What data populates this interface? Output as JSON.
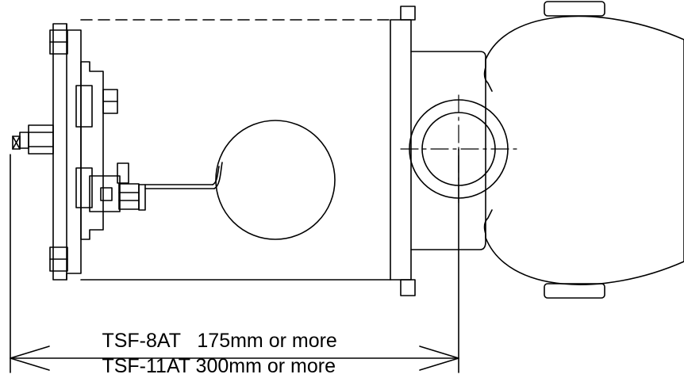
{
  "dimension": {
    "lines": [
      {
        "model": "TSF-8AT",
        "value": "175mm or more"
      },
      {
        "model": "TSF-11AT",
        "value": "300mm or more"
      }
    ]
  },
  "style": {
    "line_color": "#000000",
    "background": "#ffffff"
  }
}
